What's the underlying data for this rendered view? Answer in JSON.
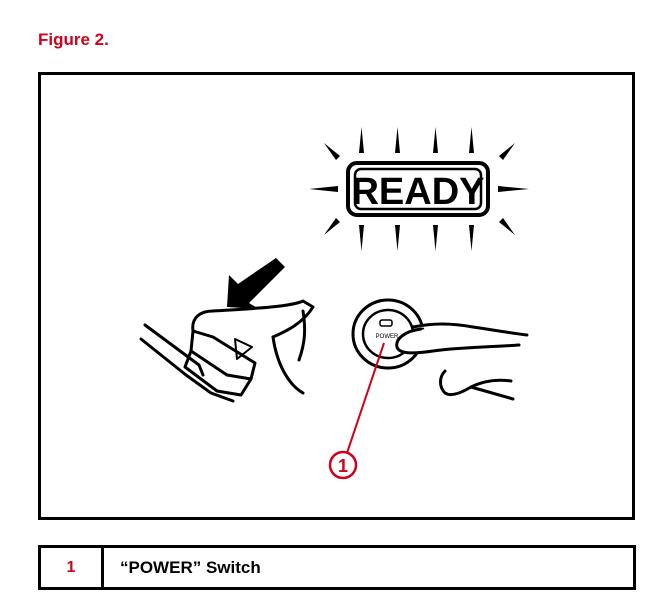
{
  "figure": {
    "title": "Figure 2.",
    "ready_text": "READY",
    "callout_number": "1",
    "button_text": "POWER",
    "accent_color": "#d0021b"
  },
  "legend": {
    "rows": [
      {
        "number": "1",
        "label": "“POWER” Switch"
      }
    ]
  }
}
